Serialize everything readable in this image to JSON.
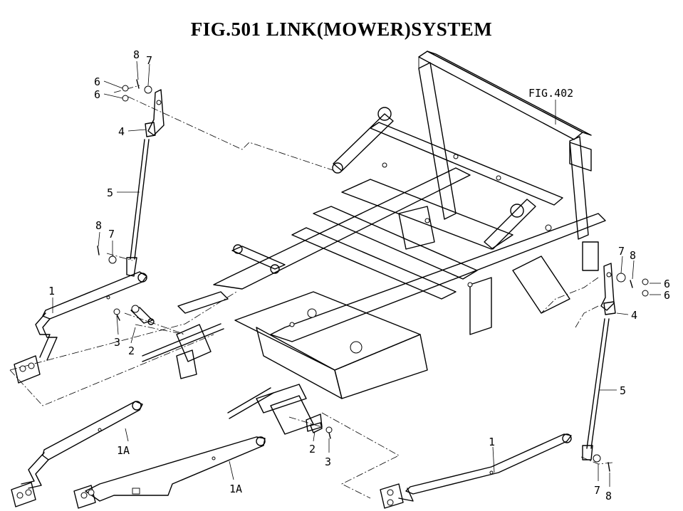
{
  "title": "FIG.501  LINK(MOWER)SYSTEM",
  "reference": "FIG.402",
  "callouts": {
    "tl_8": "8",
    "tl_7": "7",
    "tl_6a": "6",
    "tl_6b": "6",
    "tl_4": "4",
    "tl_5": "5",
    "ml_8": "8",
    "ml_7": "7",
    "l_1": "1",
    "l_3": "3",
    "l_2": "2",
    "b_1a_left": "1A",
    "b_1a_mid": "1A",
    "b_2": "2",
    "b_3": "3",
    "r_7": "7",
    "r_8": "8",
    "r_6a": "6",
    "r_6b": "6",
    "r_4": "4",
    "r_5": "5",
    "br_1": "1",
    "br_7": "7",
    "br_8": "8"
  }
}
